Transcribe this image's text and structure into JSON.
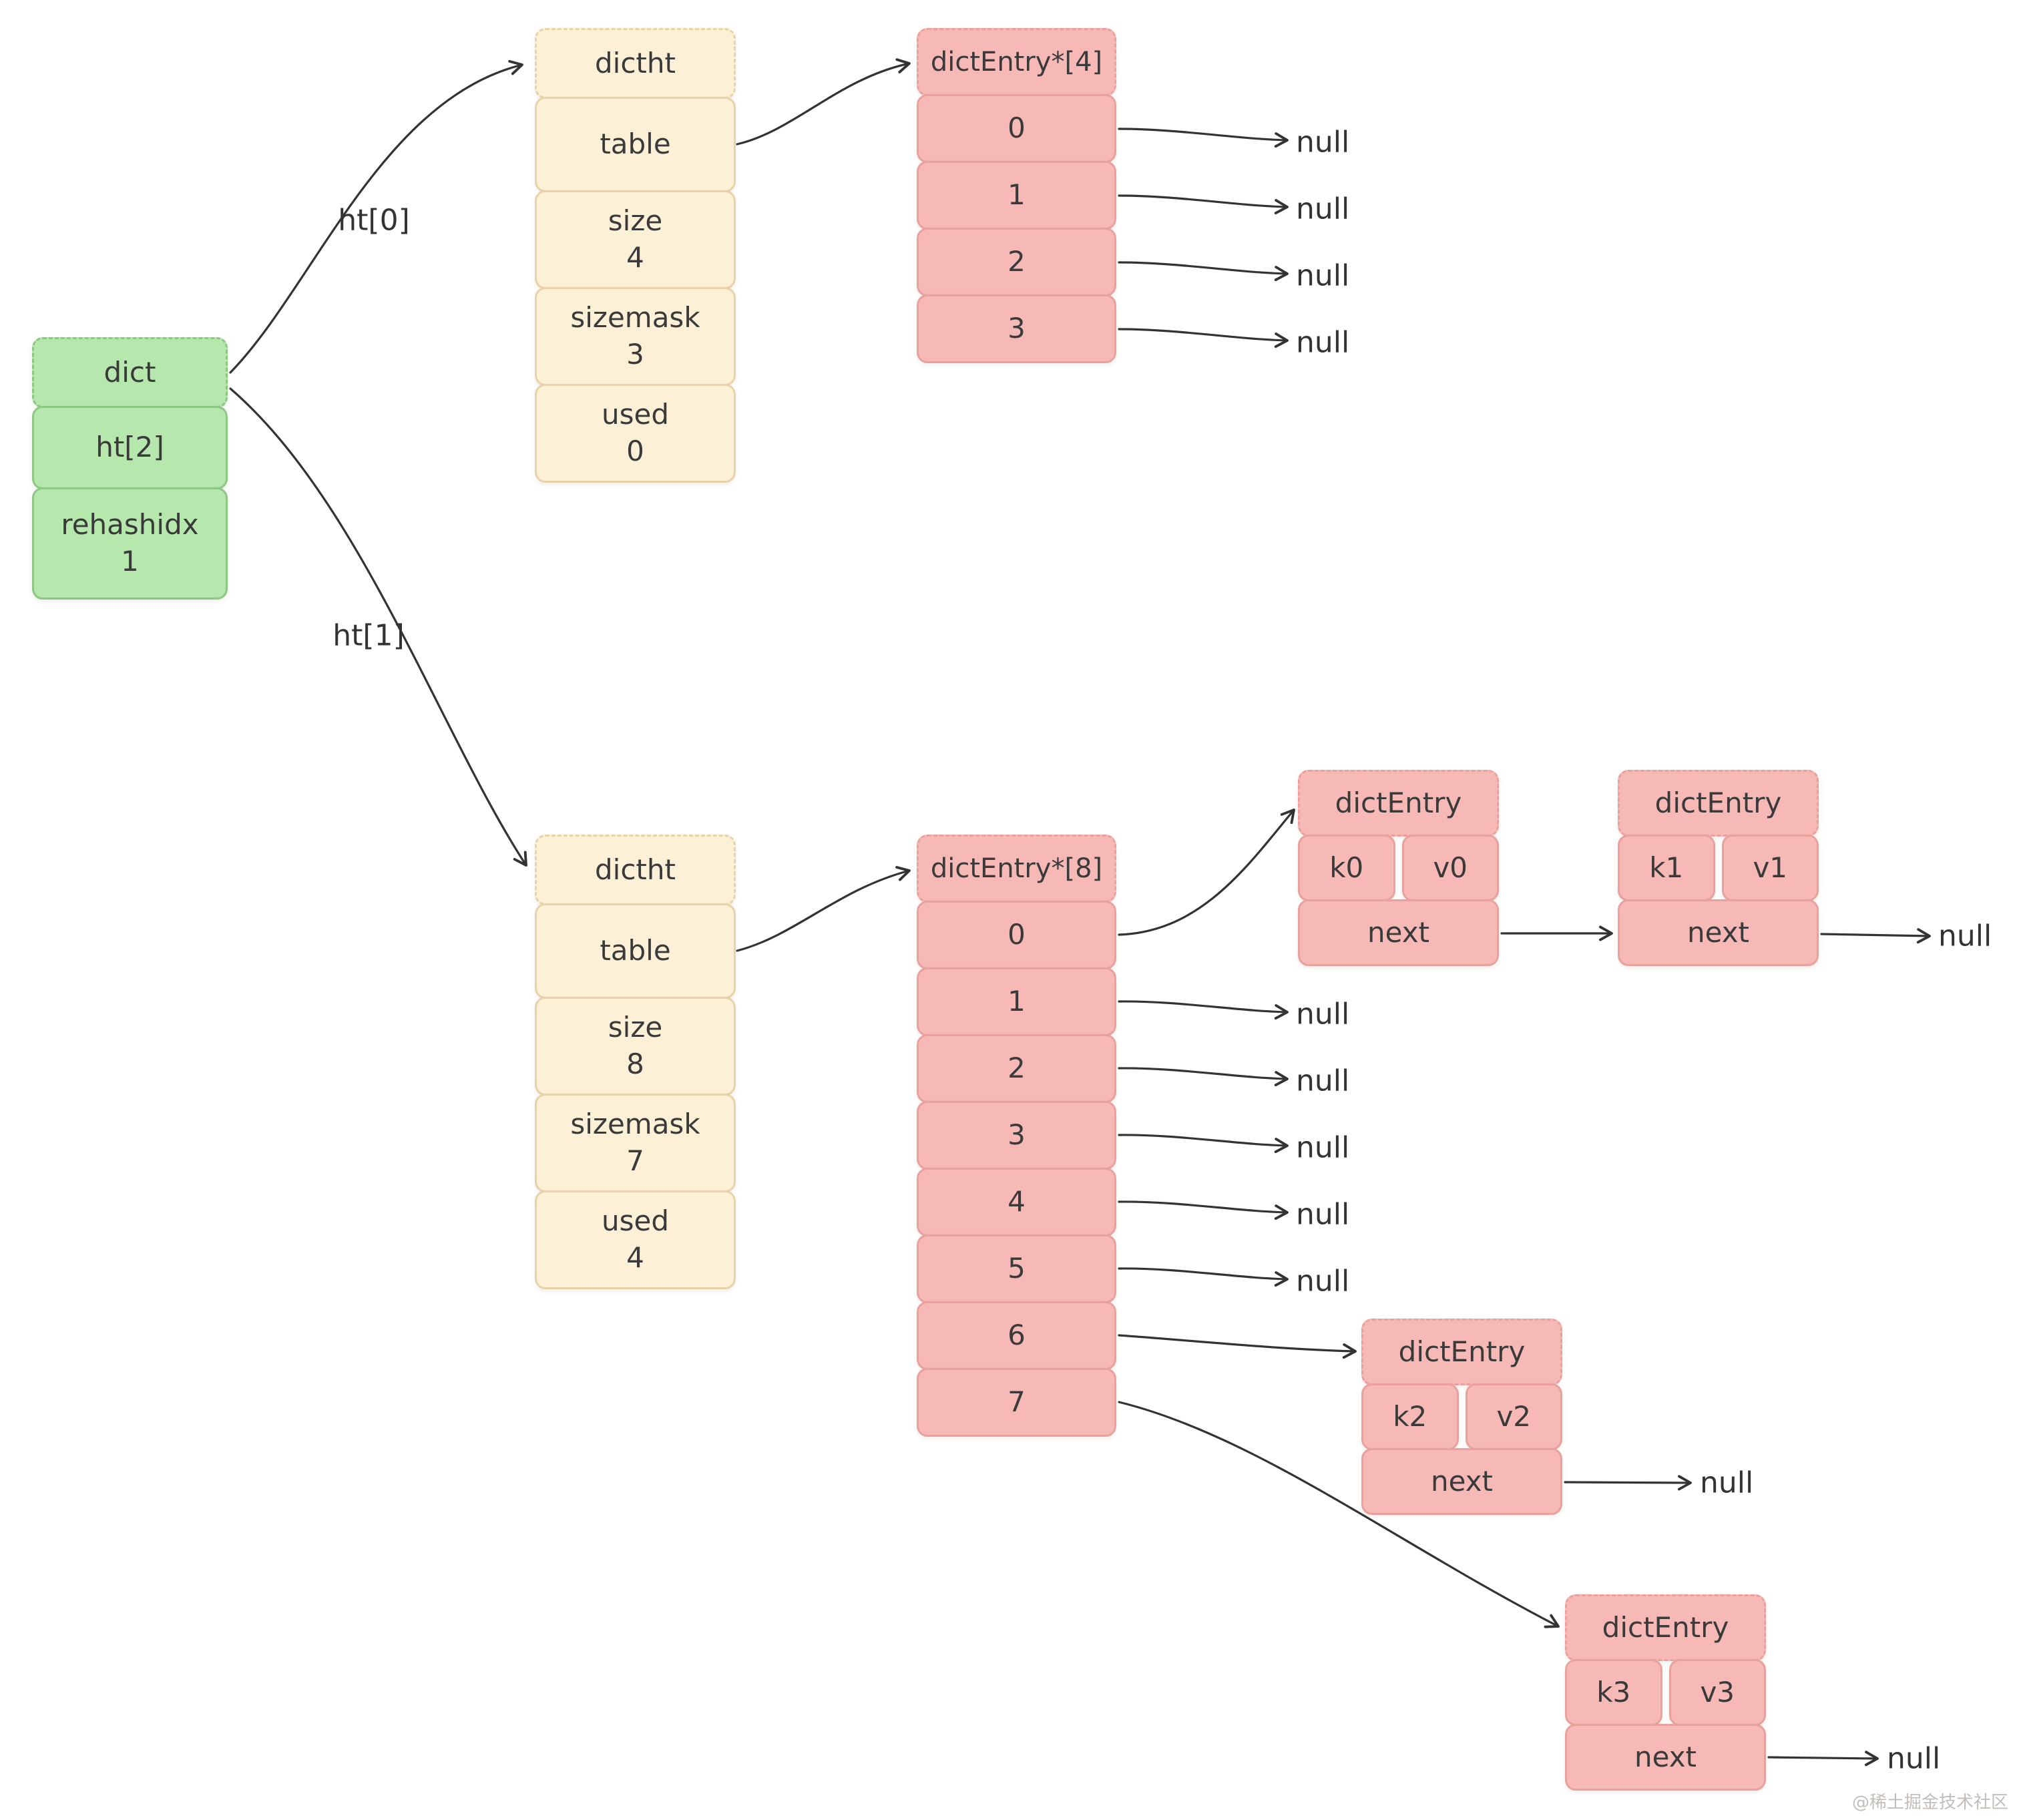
{
  "colors": {
    "green_fill": "#b6e7ad",
    "green_border": "#8cc884",
    "cream_fill": "#fcf0d6",
    "cream_border": "#e7d2a9",
    "pink_fill": "#f6b9b6",
    "pink_border": "#e9a19d",
    "arrow": "#333333"
  },
  "diagram": {
    "dict": {
      "title": "dict",
      "ht_label": "ht[2]",
      "rehash_label": "rehashidx",
      "rehash_value": "1"
    },
    "pointer_labels": {
      "ht0": "ht[0]",
      "ht1": "ht[1]"
    },
    "ht0": {
      "dictht": {
        "title": "dictht",
        "table_label": "table",
        "size_label": "size",
        "size_value": "4",
        "sizemask_label": "sizemask",
        "sizemask_value": "3",
        "used_label": "used",
        "used_value": "0"
      },
      "buckets": {
        "title": "dictEntry*[4]",
        "slots": [
          "0",
          "1",
          "2",
          "3"
        ]
      },
      "nulls": [
        "null",
        "null",
        "null",
        "null"
      ]
    },
    "ht1": {
      "dictht": {
        "title": "dictht",
        "table_label": "table",
        "size_label": "size",
        "size_value": "8",
        "sizemask_label": "sizemask",
        "sizemask_value": "7",
        "used_label": "used",
        "used_value": "4"
      },
      "buckets": {
        "title": "dictEntry*[8]",
        "slots": [
          "0",
          "1",
          "2",
          "3",
          "4",
          "5",
          "6",
          "7"
        ]
      },
      "nulls": [
        "null",
        "null",
        "null",
        "null",
        "null"
      ]
    },
    "entries": {
      "e0": {
        "title": "dictEntry",
        "key": "k0",
        "value": "v0",
        "next_label": "next"
      },
      "e1": {
        "title": "dictEntry",
        "key": "k1",
        "value": "v1",
        "next_label": "next",
        "null_label": "null"
      },
      "e2": {
        "title": "dictEntry",
        "key": "k2",
        "value": "v2",
        "next_label": "next",
        "null_label": "null"
      },
      "e3": {
        "title": "dictEntry",
        "key": "k3",
        "value": "v3",
        "next_label": "next",
        "null_label": "null"
      }
    },
    "watermark": "@稀土掘金技术社区"
  }
}
